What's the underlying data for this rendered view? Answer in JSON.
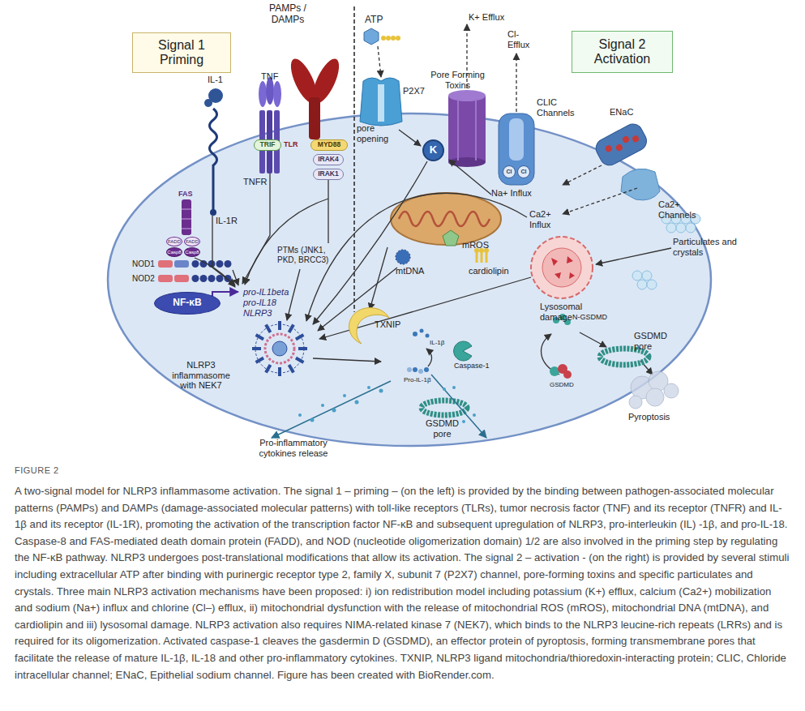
{
  "diagram": {
    "caption": "A two-signal model for NLRP3 inflammasome activation. The signal 1 – priming – (on the left) is provided by the binding between pathogen-associated molecular patterns (PAMPs) and DAMPs (damage-associated molecular patterns) with toll-like receptors (TLRs), tumor necrosis factor (TNF) and its receptor (TNFR) and IL-1β and its receptor (IL-1R), promoting the activation of the transcription factor NF-κB and subsequent upregulation of NLRP3, pro-interleukin (IL) -1β, and pro-IL-18. Caspase-8 and FAS-mediated death domain protein (FADD), and NOD (nucleotide oligomerization domain) 1/2 are also involved in the priming step by regulating the NF-κB pathway. NLRP3 undergoes post-translational modifications that allow its activation. The signal 2 – activation - (on the right) is provided by several stimuli including extracellular ATP after binding with purinergic receptor type 2, family X, subunit 7 (P2X7) channel, pore-forming toxins and specific particulates and crystals. Three main NLRP3 activation mechanisms have been proposed: i) ion redistribution model including potassium (K+) efflux, calcium (Ca2+) mobilization and sodium (Na+) influx and chlorine (Cl–) efflux, ii) mitochondrial dysfunction with the release of mitochondrial ROS (mROS), mitochondrial DNA (mtDNA), and cardiolipin and iii) lysosomal damage. NLRP3 activation also requires NIMA-related kinase 7 (NEK7), which binds to the NLRP3 leucine-rich repeats (LRRs) and is required for its oligomerization. Activated caspase-1 cleaves the gasdermin D (GSDMD), an effector protein of pyroptosis, forming transmembrane pores that facilitate the release of mature IL-1β, IL-18 and other pro-inflammatory cytokines. TXNIP, NLRP3 ligand mitochondria/thioredoxin-interacting protein; CLIC, Chloride intracellular channel; ENaC, Epithelial sodium channel. Figure has been created with BioRender.com.",
    "nodes": [
      {
        "text": [
          "Signal 1 Priming"
        ]
      },
      {
        "text": [
          "Signal 2 Activation"
        ]
      },
      {
        "text": [
          "TRIF"
        ]
      },
      {
        "text": [
          "MYD88"
        ]
      },
      {
        "text": [
          "IRAK4"
        ]
      },
      {
        "text": [
          "IRAK1"
        ]
      },
      {
        "text": [
          "FADD"
        ]
      },
      {
        "text": [
          "FADD"
        ]
      },
      {
        "text": [
          "Casp8"
        ]
      },
      {
        "text": [
          "Casp8"
        ]
      },
      {
        "text": [
          "NF-κB"
        ]
      },
      {
        "text": [
          "K"
        ]
      },
      {
        "text": [
          "Cl"
        ]
      },
      {
        "text": [
          "Cl"
        ]
      }
    ],
    "labels": [
      "PAMPs / DAMPs",
      "ATP",
      "K+ Efflux",
      "Cl- Efflux",
      "Pore Forming Toxins",
      "CLIC Channels",
      "IL-1",
      "TNF",
      "TLR",
      "TNFR",
      "IL-1R",
      "FAS",
      "NOD1",
      "NOD2",
      "P2X7",
      "pore opening",
      "ENaC",
      "Na+ Influx",
      "Ca2+ Channels",
      "Ca2+ Influx",
      "mROS",
      "mtDNA",
      "cardiolipin",
      "PTMs (JNK1, PKD, BRCC3)",
      "Lysosomal damage",
      "Particulates and crystals",
      "pro-IL1beta",
      "pro-IL18",
      "NLRP3",
      "TXNIP",
      "IL-1β",
      "Caspase-1",
      "N-GSDMD",
      "GSDMD pore",
      "NLRP3 inflammasome with NEK7",
      "Pro-IL-1β",
      "GSDMD",
      "Pyroptosis",
      "GSDMD pore",
      "Pro-inflammatory cytokines release",
      "FIGURE 2"
    ]
  }
}
